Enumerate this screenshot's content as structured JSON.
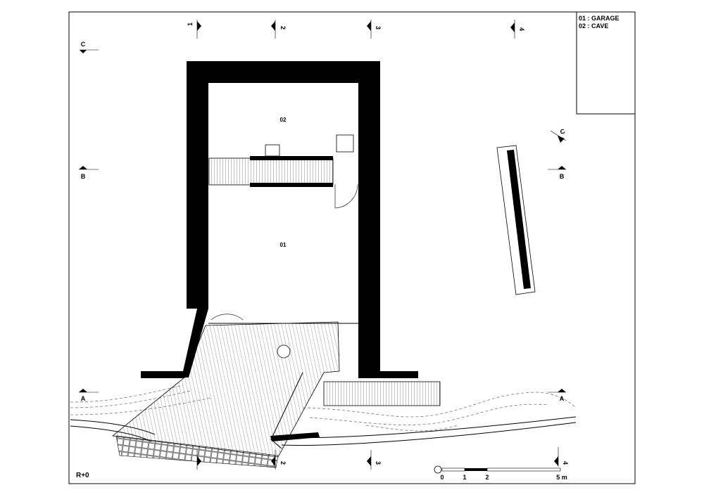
{
  "legend": [
    {
      "code": "01",
      "name": "GARAGE",
      "text": "01 : GARAGE"
    },
    {
      "code": "02",
      "name": "CAVE",
      "text": "02 : CAVE"
    }
  ],
  "rooms": {
    "garage": "01",
    "cave": "02"
  },
  "level": "R+0",
  "sections": {
    "a": "A",
    "b": "B",
    "c": "C"
  },
  "axes": [
    "1",
    "2",
    "3",
    "4"
  ],
  "scale": {
    "ticks": [
      "0",
      "1",
      "2",
      "5 m"
    ]
  }
}
